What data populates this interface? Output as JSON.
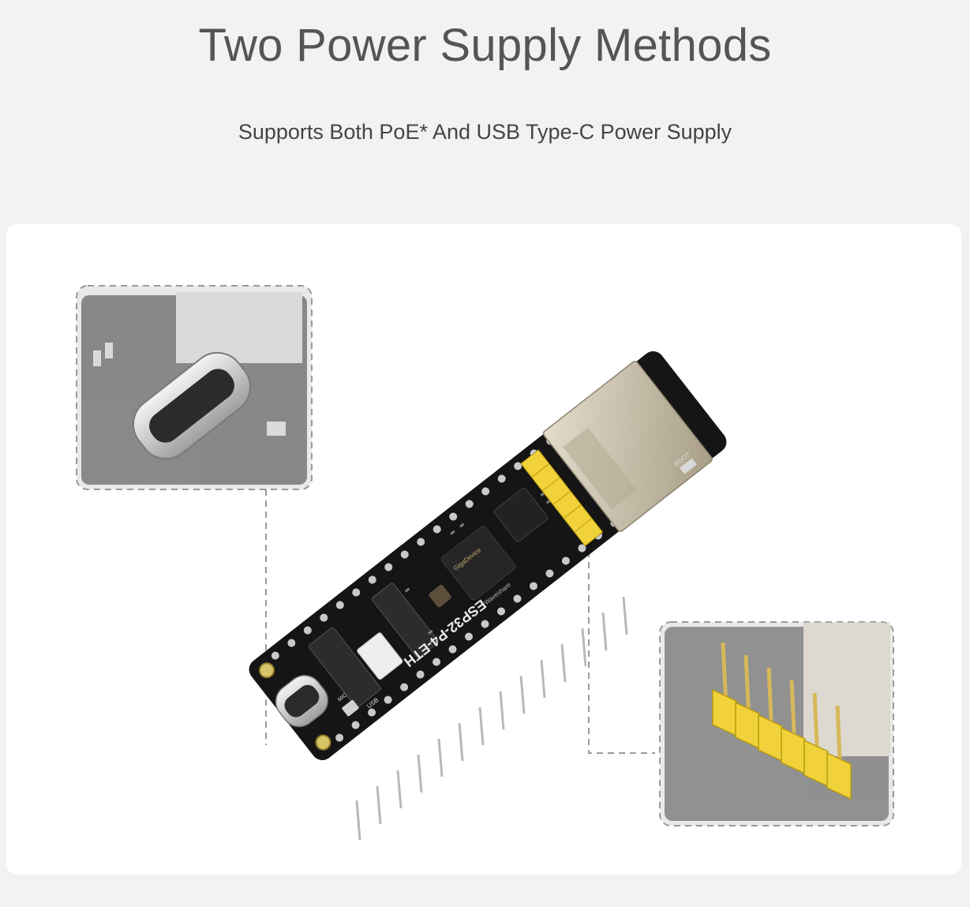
{
  "header": {
    "title": "Two Power Supply Methods",
    "subtitle": "Supports Both PoE* And USB Type-C Power Supply"
  },
  "board": {
    "model_label": "ESP32-P4-ETH",
    "brand_label": "Waveshare",
    "chip_label": "GigaDevice",
    "button_label": "BOOT",
    "usb_label": "USB",
    "mic_label": "MIC"
  },
  "colors": {
    "page_bg": "#f2f2f2",
    "card_bg": "#ffffff",
    "pcb": "#151515",
    "header_pins": "#f1d23a",
    "rj45": "#c9bfa9",
    "usb_c": "#cfcfcf",
    "dashed_line": "#9a9a9a"
  }
}
